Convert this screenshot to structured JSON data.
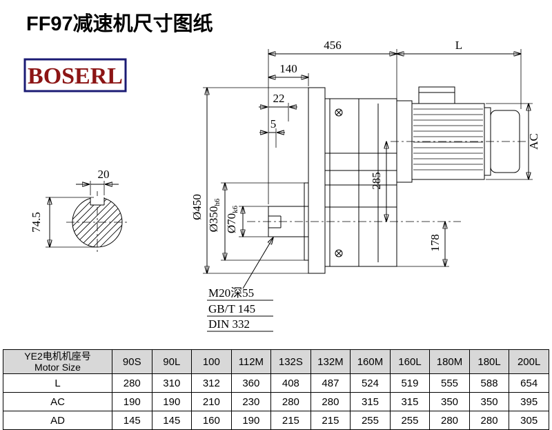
{
  "title": "FF97减速机尺寸图纸",
  "logo": "BOSERL",
  "colors": {
    "logo_border": "#1b1b74",
    "logo_text": "#8c1515",
    "line": "#000000",
    "table_header_bg": "#d8d8d8"
  },
  "dims": {
    "t456": "456",
    "tL": "L",
    "d140": "140",
    "d22": "22",
    "d5": "5",
    "ac": "AC",
    "d285": "285",
    "d178": "178",
    "d450": "Ø450",
    "d350": "Ø350",
    "d350_tol": "h6",
    "d70": "Ø70",
    "d70_tol": "k6",
    "key_w": "20",
    "key_h": "74.5"
  },
  "notes": {
    "tap": "M20深55",
    "std1": "GB/T 145",
    "std2": "DIN 332"
  },
  "table": {
    "header_line1": "YE2电机机座号",
    "header_line2": "Motor Size",
    "cols": [
      "90S",
      "90L",
      "100",
      "112M",
      "132S",
      "132M",
      "160M",
      "160L",
      "180M",
      "180L",
      "200L"
    ],
    "rows": [
      {
        "label": "L",
        "values": [
          "280",
          "310",
          "312",
          "360",
          "408",
          "487",
          "524",
          "519",
          "555",
          "588",
          "654"
        ]
      },
      {
        "label": "AC",
        "values": [
          "190",
          "190",
          "210",
          "230",
          "280",
          "280",
          "315",
          "315",
          "350",
          "350",
          "395"
        ]
      },
      {
        "label": "AD",
        "values": [
          "145",
          "145",
          "160",
          "190",
          "215",
          "215",
          "255",
          "255",
          "280",
          "280",
          "305"
        ]
      }
    ]
  }
}
